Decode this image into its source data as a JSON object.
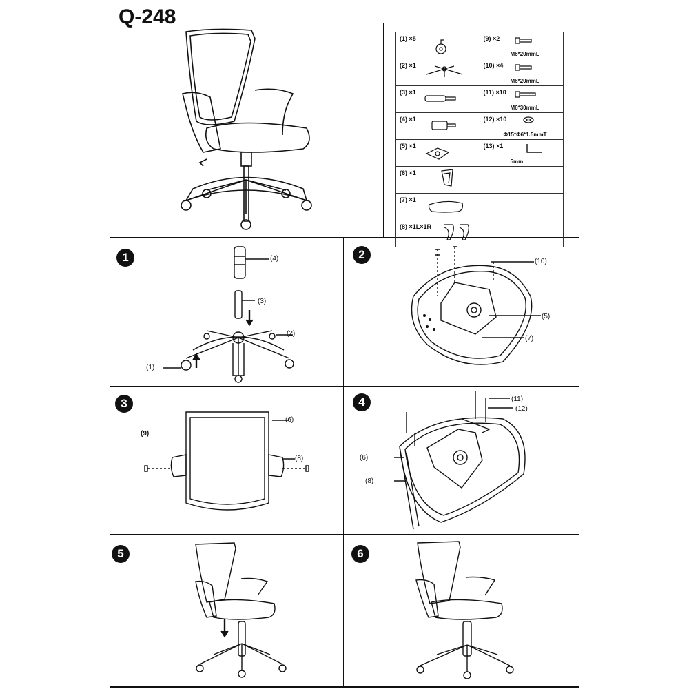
{
  "title": "Q-248",
  "parts": [
    {
      "left": "(1) ×5",
      "right": "(9) ×2",
      "right_size": "M6*20mmL",
      "left_icon": "caster-icon",
      "right_icon": "bolt-icon"
    },
    {
      "left": "(2) ×1",
      "right": "(10) ×4",
      "right_size": "M6*20mmL",
      "left_icon": "star-base-icon",
      "right_icon": "bolt-icon"
    },
    {
      "left": "(3) ×1",
      "right": "(11) ×10",
      "right_size": "M6*30mmL",
      "left_icon": "gas-lift-icon",
      "right_icon": "bolt-icon"
    },
    {
      "left": "(4) ×1",
      "right": "(12) ×10",
      "right_size": "Φ15*Φ6*1.5mmT",
      "left_icon": "cover-icon",
      "right_icon": "washer-icon"
    },
    {
      "left": "(5) ×1",
      "right": "(13) ×1",
      "right_size": "5mm",
      "left_icon": "mechanism-icon",
      "right_icon": "hex-key-icon"
    },
    {
      "left": "(6) ×1",
      "right": "",
      "right_size": "",
      "left_icon": "backrest-bracket-icon",
      "right_icon": ""
    },
    {
      "left": "(7) ×1",
      "right": "",
      "right_size": "",
      "left_icon": "seat-icon",
      "right_icon": ""
    },
    {
      "left": "(8) ×1L×1R",
      "right": "",
      "right_size": "",
      "left_icon": "armrests-icon",
      "right_icon": ""
    }
  ],
  "steps": [
    {
      "num": "1",
      "labels": [
        "(4)",
        "(3)",
        "(2)",
        "(1)"
      ]
    },
    {
      "num": "2",
      "labels": [
        "(10)",
        "(5)",
        "(7)"
      ]
    },
    {
      "num": "3",
      "labels": [
        "(6)",
        "(9)",
        "(8)"
      ]
    },
    {
      "num": "4",
      "labels": [
        "(11)",
        "(12)",
        "(6)",
        "(8)"
      ]
    },
    {
      "num": "5",
      "labels": []
    },
    {
      "num": "6",
      "labels": []
    }
  ]
}
